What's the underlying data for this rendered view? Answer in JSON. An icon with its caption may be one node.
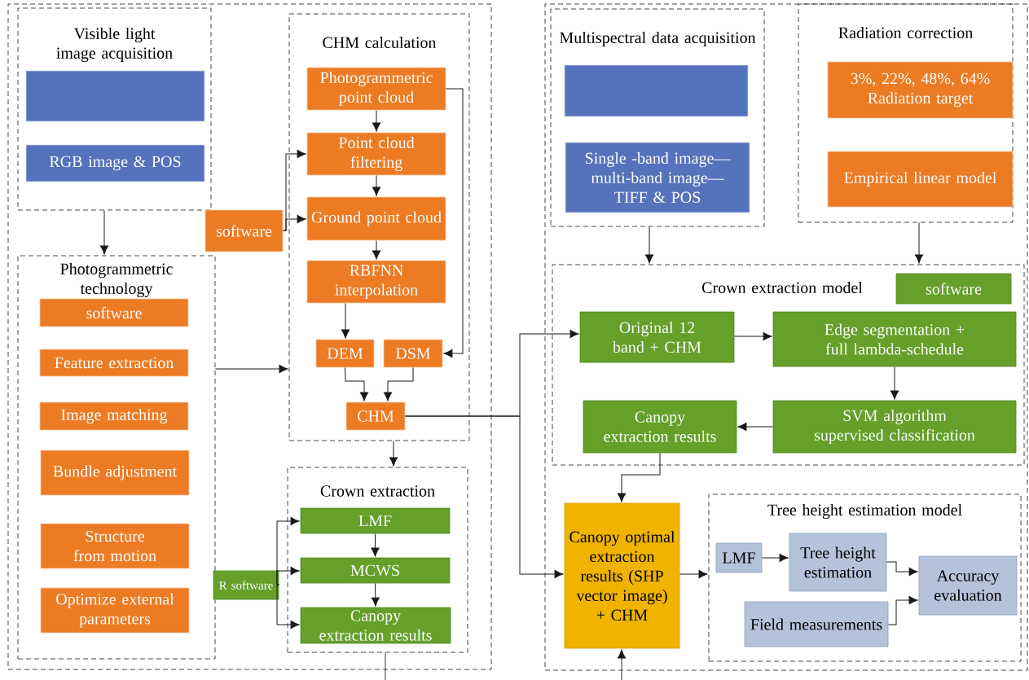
{
  "diagram": {
    "nodes": [
      {
        "text": [],
        "shape": "box"
      },
      {
        "text": [
          "Visible light image acquisition"
        ],
        "in": 0
      },
      {
        "text": [],
        "shape": "box",
        "in": 1
      },
      {
        "text": [
          "RGB image & POS"
        ],
        "in": 1
      },
      {
        "text": [
          "Photogrammetric technology"
        ],
        "in": 0
      },
      {
        "text": [
          "software"
        ],
        "in": 4
      },
      {
        "text": [
          "Feature extraction"
        ],
        "in": 4
      },
      {
        "text": [
          "Image matching"
        ],
        "in": 4
      },
      {
        "text": [
          "Bundle adjustment"
        ],
        "in": 4
      },
      {
        "text": [
          "Structure from motion"
        ],
        "in": 4
      },
      {
        "text": [
          "Optimize external parameters"
        ],
        "in": 4
      },
      {
        "text": [
          "CHM calculation"
        ],
        "in": 0
      },
      {
        "text": [
          "Photogrammetric point cloud"
        ],
        "in": 11
      },
      {
        "text": [
          "software"
        ],
        "in": 0
      },
      {
        "text": [
          "Point cloud filtering"
        ],
        "in": 11
      },
      {
        "text": [
          "Ground point cloud"
        ],
        "in": 11
      },
      {
        "text": [
          "RBFNN interpolation"
        ],
        "in": 11
      },
      {
        "text": [
          "DEM"
        ],
        "in": 11
      },
      {
        "text": [
          "DSM"
        ],
        "in": 11
      },
      {
        "text": [
          "CHM"
        ],
        "in": 11
      },
      {
        "text": [
          "Crown extraction"
        ],
        "in": 0
      },
      {
        "text": [
          "R software"
        ],
        "in": 0
      },
      {
        "text": [
          "LMF"
        ],
        "in": 20
      },
      {
        "text": [
          "MCWS"
        ],
        "in": 20
      },
      {
        "text": [
          "Canopy extraction results"
        ],
        "in": 20
      },
      {
        "text": [],
        "shape": "box"
      },
      {
        "text": [
          "Multispectral data acquisition"
        ],
        "in": 25
      },
      {
        "text": [],
        "shape": "box",
        "in": 26
      },
      {
        "text": [
          "Single -band image— multi-band image— TIFF & POS"
        ],
        "in": 26
      },
      {
        "text": [
          "Radiation correction"
        ],
        "in": 25
      },
      {
        "text": [
          "3%, 22%, 48%, 64% Radiation target"
        ],
        "in": 29
      },
      {
        "text": [
          "Empirical linear model"
        ],
        "in": 29
      },
      {
        "text": [
          "Crown extraction model"
        ],
        "in": 25
      },
      {
        "text": [
          "software"
        ],
        "in": 32
      },
      {
        "text": [
          "Original 12 band + CHM"
        ],
        "in": 32
      },
      {
        "text": [
          "Edge segmentation + full lambda-schedule"
        ],
        "in": 32
      },
      {
        "text": [
          "SVM algorithm supervised classification"
        ],
        "in": 32
      },
      {
        "text": [
          "Canopy extraction results"
        ],
        "in": 32
      },
      {
        "text": [
          "Canopy optimal extraction results (SHP vector image) + CHM"
        ],
        "in": 25
      },
      {
        "text": [
          "Tree height estimation model"
        ],
        "in": 25
      },
      {
        "text": [
          "LMF"
        ],
        "in": 39
      },
      {
        "text": [
          "Tree height estimation"
        ],
        "in": 39
      },
      {
        "text": [
          "Field measurements"
        ],
        "in": 39
      },
      {
        "text": [
          "Accuracy evaluation"
        ],
        "in": 39
      }
    ],
    "edges": [
      {
        "from": 1,
        "to": 4,
        "arrow": "to"
      },
      {
        "from": 4,
        "to": 11,
        "arrow": "to"
      },
      {
        "from": 12,
        "to": 14,
        "arrow": "to"
      },
      {
        "from": 14,
        "to": 15,
        "arrow": "to"
      },
      {
        "from": 15,
        "to": 16,
        "arrow": "to"
      },
      {
        "from": 16,
        "to": 17,
        "arrow": "to"
      },
      {
        "from": 12,
        "to": 18,
        "arrow": "to"
      },
      {
        "from": 17,
        "to": 19,
        "arrow": "to"
      },
      {
        "from": 18,
        "to": 19,
        "arrow": "to"
      },
      {
        "from": 13,
        "to": 14,
        "arrow": "to"
      },
      {
        "from": 13,
        "to": 15,
        "arrow": "to"
      },
      {
        "from": 11,
        "to": 20,
        "arrow": "to"
      },
      {
        "from": 21,
        "to": 22,
        "arrow": "to"
      },
      {
        "from": 21,
        "to": 23,
        "arrow": "to"
      },
      {
        "from": 21,
        "to": 24,
        "arrow": "to"
      },
      {
        "from": 22,
        "to": 23,
        "arrow": "to"
      },
      {
        "from": 23,
        "to": 24,
        "arrow": "to"
      },
      {
        "from": 20,
        "to": null,
        "arrow": "none"
      },
      {
        "from": 19,
        "to": 34,
        "arrow": "to"
      },
      {
        "from": 19,
        "to": 38,
        "arrow": "to"
      },
      {
        "from": 26,
        "to": 32,
        "arrow": "to"
      },
      {
        "from": 29,
        "to": 32,
        "arrow": "to"
      },
      {
        "from": 34,
        "to": 35,
        "arrow": "to"
      },
      {
        "from": 35,
        "to": 36,
        "arrow": "to"
      },
      {
        "from": 36,
        "to": 37,
        "arrow": "to"
      },
      {
        "from": 37,
        "to": 38,
        "arrow": "to"
      },
      {
        "from": 38,
        "to": 39,
        "arrow": "to"
      },
      {
        "from": 40,
        "to": 41,
        "arrow": "to"
      },
      {
        "from": 41,
        "to": 43,
        "arrow": "to"
      },
      {
        "from": 42,
        "to": 43,
        "arrow": "to"
      },
      {
        "from": null,
        "to": 38,
        "arrow": "to"
      }
    ]
  }
}
